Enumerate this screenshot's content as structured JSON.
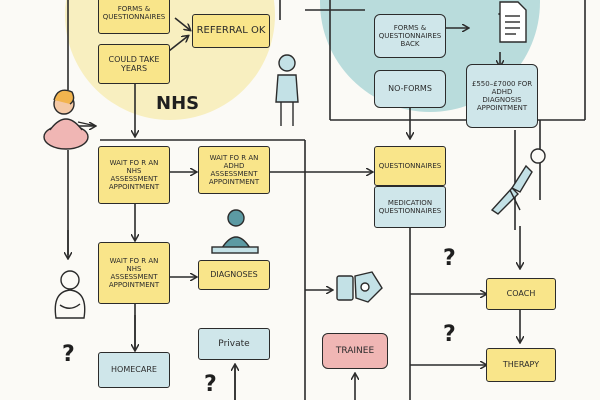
{
  "region_label": "NHS",
  "question_mark": "?",
  "nodes": {
    "forms_questionnaires": "Forms & Questionnaires",
    "referral_ok": "REFERRAL OK",
    "could_take_years": "Could take years",
    "forms_questionnaires_back": "Forms & Questionnaires back",
    "no_forms": "No-Forms",
    "cost_diagnosis": "£550–£7000 for ADHD diagnosis appointment",
    "wait_nhs_assessment_1": "Wait fo r an NHS assessment appointment",
    "wait_adhd_assessment": "Wait fo r an ADHD assessment appointment",
    "questionnaires": "Questionnaires",
    "medication_questionnaires": "Medication questionnaires",
    "wait_nhs_assessment_2": "Wait fo r an NHS assessment appointment",
    "diagnoses": "Diagnoses",
    "homecare": "Homecare",
    "private": "Private",
    "trainee": "Trainee",
    "coach": "Coach",
    "therapy": "Therapy"
  },
  "colors": {
    "yellow": "#f9e58a",
    "teal": "#c3e1e6",
    "pink": "#f0b6b4",
    "nhs_bubble": "#f8efc0",
    "private_bubble": "#b9dcdc"
  },
  "icons": [
    "woman-waving-icon",
    "standing-person-icon",
    "seated-person-icon",
    "hugging-person-icon",
    "reclining-person-icon",
    "document-icon",
    "chat-device-icon"
  ]
}
